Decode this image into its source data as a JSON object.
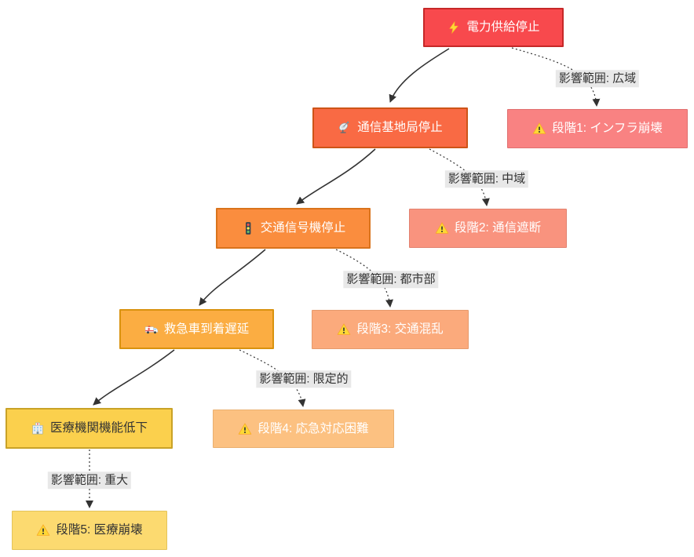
{
  "diagram": {
    "type": "flowchart",
    "background": "#ffffff",
    "edge_color": "#333333",
    "edge_label_bg": "#e8e8e8",
    "edge_label_text_color": "#333333",
    "icons": {
      "lightning-icon": "⚡",
      "satellite-icon": "📡",
      "traffic-light-icon": "🚦",
      "ambulance-icon": "🚑",
      "hospital-icon": "🏥",
      "warning-icon": "⚠️"
    },
    "nodes": [
      {
        "id": "power",
        "label": "電力供給停止",
        "icon": "lightning-icon",
        "fill": "#f8494d",
        "border": "#c62828",
        "text_color": "#ffffff"
      },
      {
        "id": "telecom",
        "label": "通信基地局停止",
        "icon": "satellite-icon",
        "fill": "#f96a44",
        "border": "#cd5418",
        "text_color": "#ffffff"
      },
      {
        "id": "traffic",
        "label": "交通信号機停止",
        "icon": "traffic-light-icon",
        "fill": "#fa8d3e",
        "border": "#d9731c",
        "text_color": "#ffffff"
      },
      {
        "id": "ambulance",
        "label": "救急車到着遅延",
        "icon": "ambulance-icon",
        "fill": "#fbad42",
        "border": "#d9920e",
        "text_color": "#ffffff"
      },
      {
        "id": "hospital",
        "label": "医療機関機能低下",
        "icon": "hospital-icon",
        "fill": "#fbd04d",
        "border": "#c9a227",
        "text_color": "#333333"
      },
      {
        "id": "stage1",
        "label": "段階1: インフラ崩壊",
        "icon": "warning-icon",
        "fill": "#f98282",
        "border": "#e06f6f",
        "text_color": "#ffffff"
      },
      {
        "id": "stage2",
        "label": "段階2: 通信遮断",
        "icon": "warning-icon",
        "fill": "#f9937e",
        "border": "#e28270",
        "text_color": "#ffffff"
      },
      {
        "id": "stage3",
        "label": "段階3: 交通混乱",
        "icon": "warning-icon",
        "fill": "#fbaa7c",
        "border": "#e69a6c",
        "text_color": "#ffffff"
      },
      {
        "id": "stage4",
        "label": "段階4: 応急対応困難",
        "icon": "warning-icon",
        "fill": "#fcc181",
        "border": "#eab070",
        "text_color": "#ffffff"
      },
      {
        "id": "stage5",
        "label": "段階5: 医療崩壊",
        "icon": "warning-icon",
        "fill": "#fcda70",
        "border": "#e3c35a",
        "text_color": "#333333"
      }
    ],
    "edges": [
      {
        "from": "power",
        "to": "telecom",
        "style": "solid",
        "label": ""
      },
      {
        "from": "power",
        "to": "stage1",
        "style": "dotted",
        "label": "影響範囲: 広域"
      },
      {
        "from": "telecom",
        "to": "traffic",
        "style": "solid",
        "label": ""
      },
      {
        "from": "telecom",
        "to": "stage2",
        "style": "dotted",
        "label": "影響範囲: 中域"
      },
      {
        "from": "traffic",
        "to": "ambulance",
        "style": "solid",
        "label": ""
      },
      {
        "from": "traffic",
        "to": "stage3",
        "style": "dotted",
        "label": "影響範囲: 都市部"
      },
      {
        "from": "ambulance",
        "to": "hospital",
        "style": "solid",
        "label": ""
      },
      {
        "from": "ambulance",
        "to": "stage4",
        "style": "dotted",
        "label": "影響範囲: 限定的"
      },
      {
        "from": "hospital",
        "to": "stage5",
        "style": "dotted",
        "label": "影響範囲: 重大"
      }
    ]
  }
}
